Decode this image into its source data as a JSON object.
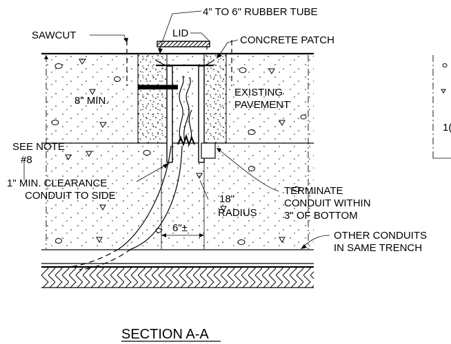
{
  "labels": {
    "rubber_tube": "4\" TO 6\" RUBBER TUBE",
    "sawcut": "SAWCUT",
    "lid": "LID",
    "concrete_patch": "CONCRETE PATCH",
    "eight_min": "8\" MIN.",
    "existing": "EXISTING",
    "pavement": "PAVEMENT",
    "see_note": "SEE NOTE",
    "note_num": "#8",
    "clearance_1": "1\" MIN. CLEARANCE",
    "clearance_2": "CONDUIT TO SIDE",
    "radius_1": "18\"",
    "radius_2": "RADIUS",
    "terminate_1": "TERMINATE",
    "terminate_2": "CONDUIT WITHIN",
    "terminate_3": "3\" OF BOTTOM",
    "six_in": "6\"±",
    "other_1": "OTHER CONDUITS",
    "other_2": "IN SAME TRENCH",
    "cut_off": "1("
  },
  "title": "SECTION A-A"
}
